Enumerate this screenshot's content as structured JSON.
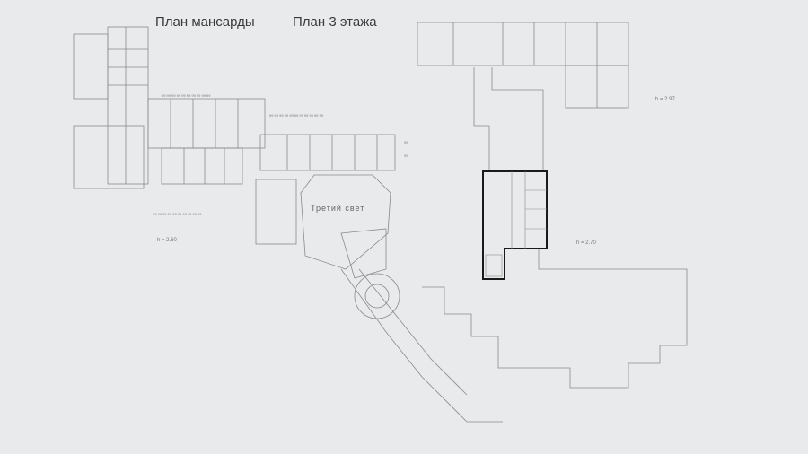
{
  "titles": {
    "attic_plan": "План мансарды",
    "floor3_plan": "План 3 этажа"
  },
  "labels": {
    "third_light": "Третий свет",
    "height_left": "h = 2.60",
    "height_mid": "h = 2.70",
    "height_right": "h = 2.97"
  },
  "colors": {
    "background": "#e9eaeb",
    "lines": "#8a8a8a",
    "highlight": "#1a1a1a"
  }
}
